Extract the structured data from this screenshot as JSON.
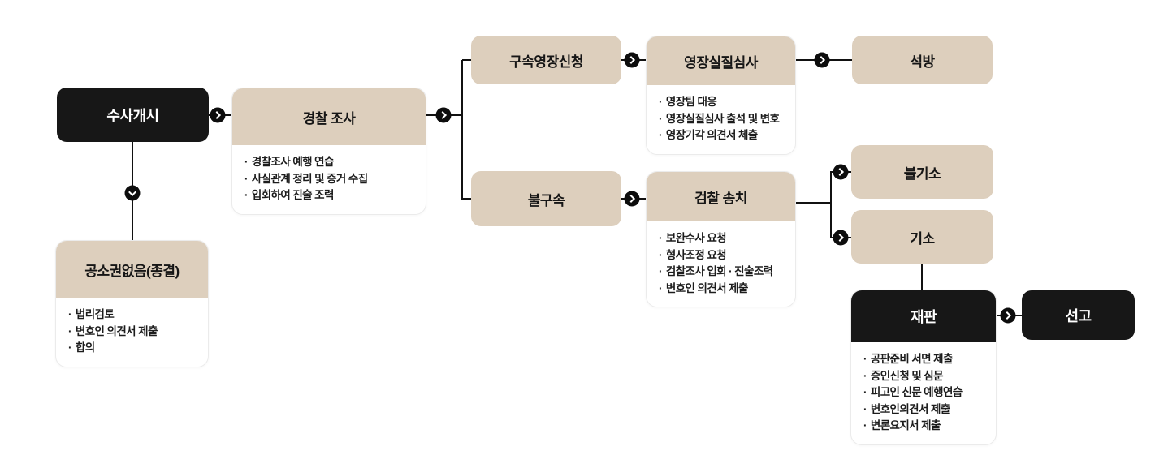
{
  "colors": {
    "node_tan": "#ddcfbd",
    "node_dark": "#171717",
    "line": "#111111",
    "card_border": "#ebebeb",
    "body_text": "#1c1c1c"
  },
  "icons": {
    "arrow_right": "chevron-right",
    "arrow_down": "chevron-down"
  },
  "nodes": {
    "investigation_start": {
      "label": "수사개시"
    },
    "police_investigation": {
      "label": "경찰 조사",
      "items": [
        "경찰조사 예행 연습",
        "사실관계 정리 및 증거 수집",
        "입회하여 진술 조력"
      ]
    },
    "no_prosecution_closed": {
      "label": "공소권없음(종결)",
      "items": [
        "법리검토",
        "변호인 의견서 제출",
        "합의"
      ]
    },
    "arrest_warrant_request": {
      "label": "구속영장신청"
    },
    "warrant_substantive_review": {
      "label": "영장실질심사",
      "items": [
        "영장팀 대응",
        "영장실질심사 출석 및 변호",
        "영장기각 의견서 체출"
      ]
    },
    "release": {
      "label": "석방"
    },
    "no_detention": {
      "label": "불구속"
    },
    "prosecution_referral": {
      "label": "검찰 송치",
      "items": [
        "보완수사 요청",
        "형사조정 요청",
        "검찰조사 입회 · 진술조력",
        "변호인 의견서 제출"
      ]
    },
    "non_indictment": {
      "label": "불기소"
    },
    "indictment": {
      "label": "기소"
    },
    "trial": {
      "label": "재판",
      "items": [
        "공판준비 서면 제출",
        "증인신청 및 심문",
        "피고인 신문 예행연습",
        "변호인의견서 제출",
        "변론요지서 제출"
      ]
    },
    "sentencing": {
      "label": "선고"
    }
  }
}
